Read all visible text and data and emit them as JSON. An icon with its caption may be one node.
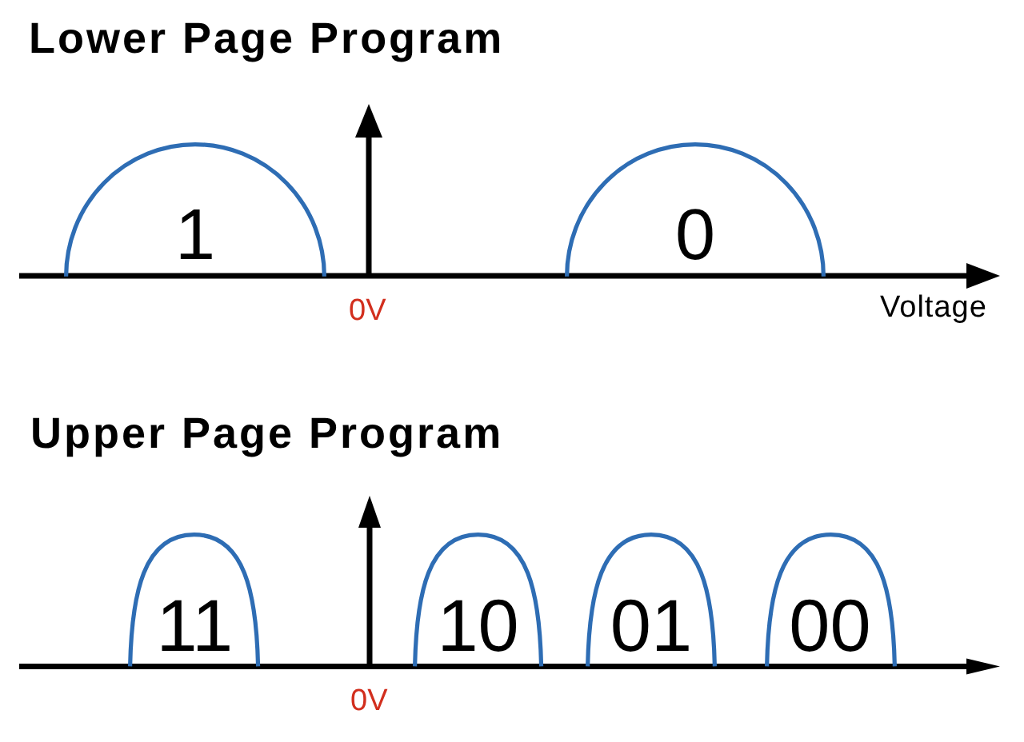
{
  "diagram": {
    "nodes": [
      {
        "text": [
          "1"
        ]
      },
      {
        "text": [
          "0"
        ]
      },
      {
        "text": [
          "11"
        ]
      },
      {
        "text": [
          "10"
        ]
      },
      {
        "text": [
          "01"
        ]
      },
      {
        "text": [
          "00"
        ]
      }
    ],
    "labels": [
      "Lower Page Program",
      "0V",
      "Voltage",
      "Upper Page Program",
      "0V"
    ]
  }
}
